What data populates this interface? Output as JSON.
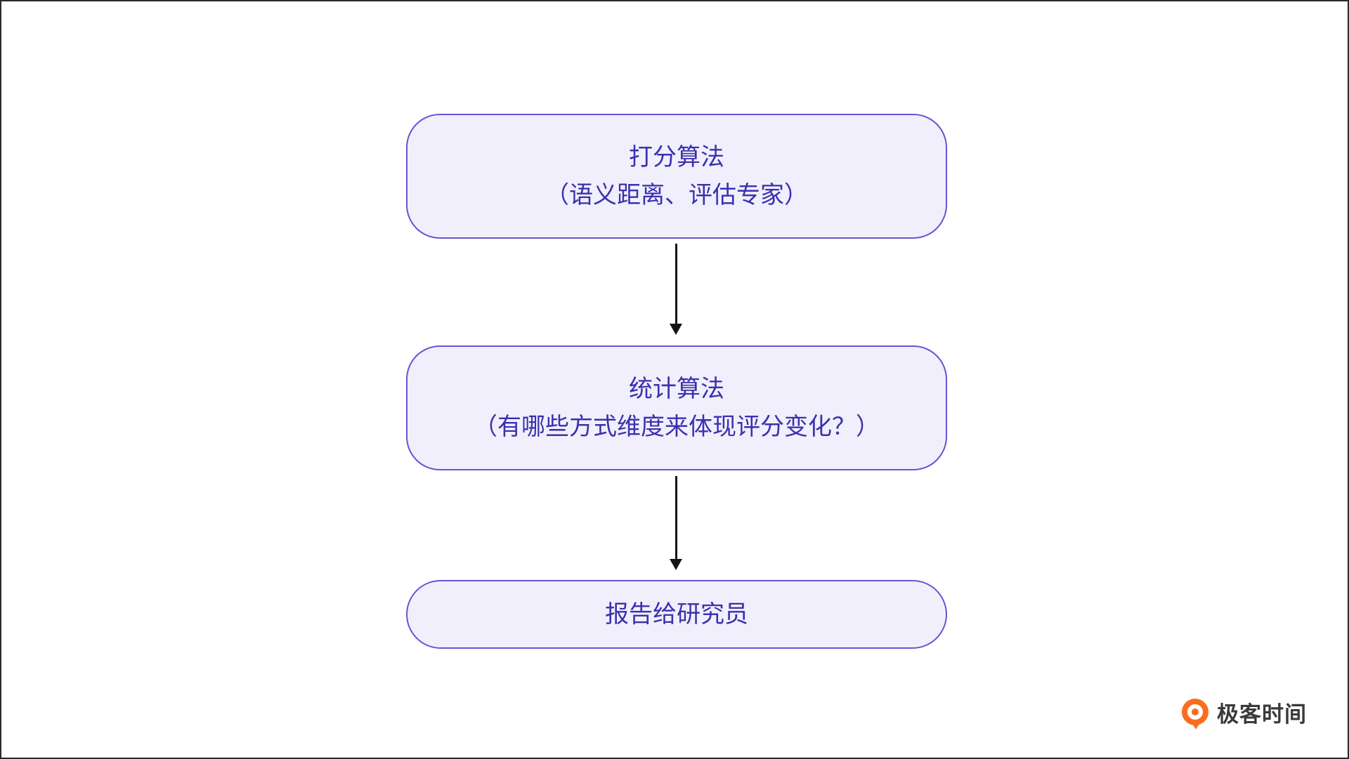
{
  "diagram": {
    "node1": {
      "line1": "打分算法",
      "line2": "（语义距离、评估专家）"
    },
    "node2": {
      "line1": "统计算法",
      "line2": "（有哪些方式维度来体现评分变化？）"
    },
    "node3": {
      "line1": "报告给研究员"
    }
  },
  "branding": {
    "logo_text": "极客时间"
  },
  "colors": {
    "node_fill": "#F1EFFC",
    "node_border": "#6257D2",
    "node_text": "#3A31AE",
    "arrow": "#141414",
    "logo_orange": "#F96D1D"
  }
}
